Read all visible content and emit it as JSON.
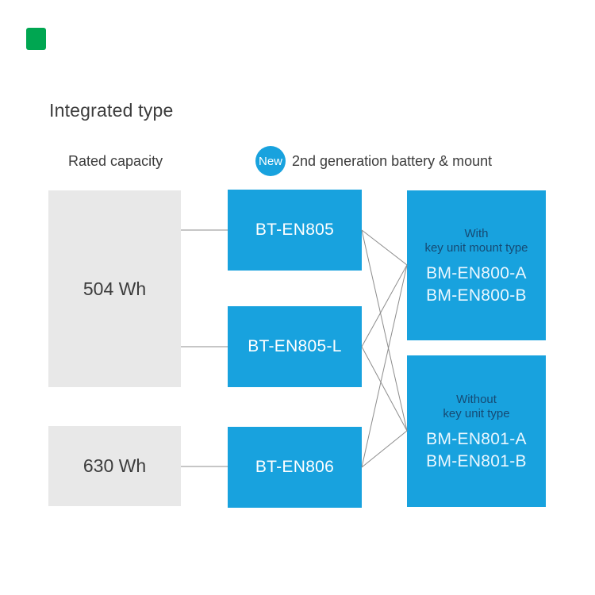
{
  "title": "Integrated type",
  "corner_badge": {
    "color": "#00A651"
  },
  "header": {
    "rated_capacity_label": "Rated capacity",
    "new_badge": "New",
    "new_caption": "2nd generation battery & mount"
  },
  "capacities": [
    {
      "label": "504 Wh"
    },
    {
      "label": "630 Wh"
    }
  ],
  "batteries": [
    {
      "label": "BT-EN805"
    },
    {
      "label": "BT-EN805-L"
    },
    {
      "label": "BT-EN806"
    }
  ],
  "mounts": [
    {
      "line1": "With",
      "line2": "key unit mount type",
      "models": [
        "BM-EN800-A",
        "BM-EN800-B"
      ]
    },
    {
      "line1": "Without",
      "line2": "key unit type",
      "models": [
        "BM-EN801-A",
        "BM-EN801-B"
      ]
    }
  ],
  "colors": {
    "page_bg": "#FFFFFF",
    "accent_blue": "#18A2DE",
    "box_gray": "#E8E8E8",
    "text_dark": "#3C3C3C",
    "navy_text": "#164A73",
    "model_text": "#EAF7FF",
    "line_gray": "#8C8C8C",
    "badge_green": "#00A651"
  }
}
